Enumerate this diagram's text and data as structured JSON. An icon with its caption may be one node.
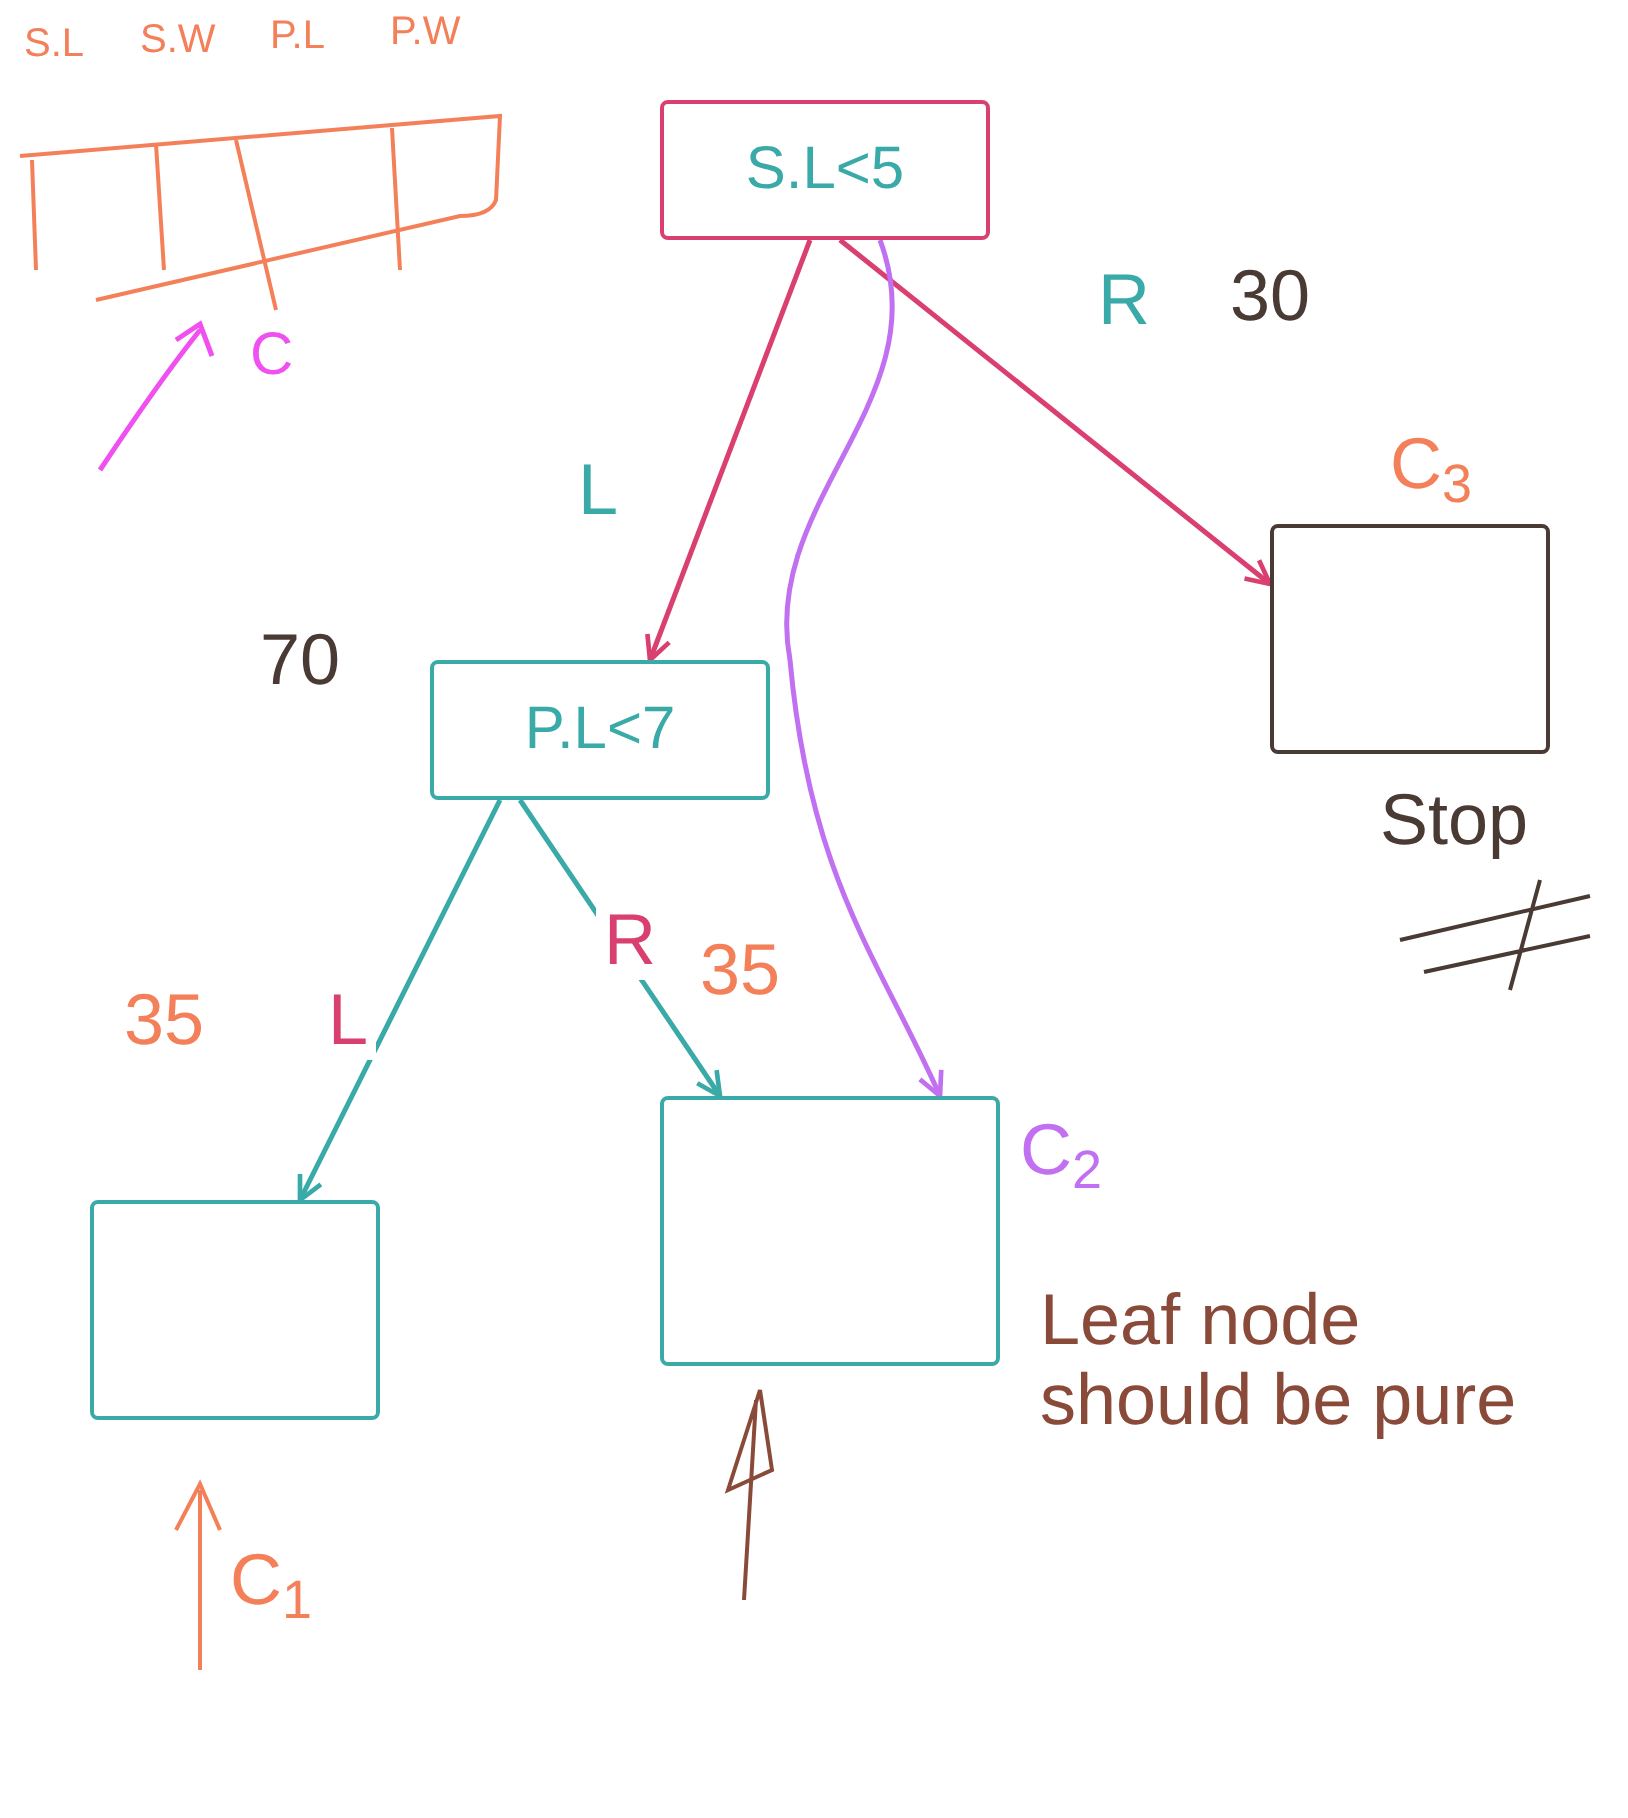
{
  "diagram": {
    "nodes": [
      {
        "text": [
          "S.L<5"
        ]
      },
      {
        "text": [
          "P.L<7"
        ]
      },
      {
        "text": [],
        "shape": "box",
        "beside": [
          "C$_{3}$",
          "Stop"
        ]
      },
      {
        "text": [],
        "shape": "box",
        "beside": [
          "C$_{1}$"
        ]
      },
      {
        "text": [],
        "shape": "box",
        "beside": [
          "C$_{2}$"
        ]
      }
    ],
    "edges": [
      {
        "from": 0,
        "to": 1,
        "arrow": "to",
        "label": "L",
        "color": "#d94070"
      },
      {
        "from": 0,
        "to": 2,
        "arrow": "to",
        "label": "R",
        "color": "#d94070"
      },
      {
        "from": 0,
        "to": 4,
        "arrow": "to",
        "color": "#c070f0"
      },
      {
        "from": 1,
        "to": 3,
        "arrow": "to",
        "label": "L",
        "color": "#3aaaa8"
      },
      {
        "from": 1,
        "to": 4,
        "arrow": "to",
        "label": "R",
        "color": "#3aaaa8"
      }
    ],
    "labels": [
      "S.L",
      "S.W",
      "P.L",
      "P.W",
      "C",
      "30",
      "70",
      "35",
      "35",
      "Leaf node should be pure"
    ]
  }
}
